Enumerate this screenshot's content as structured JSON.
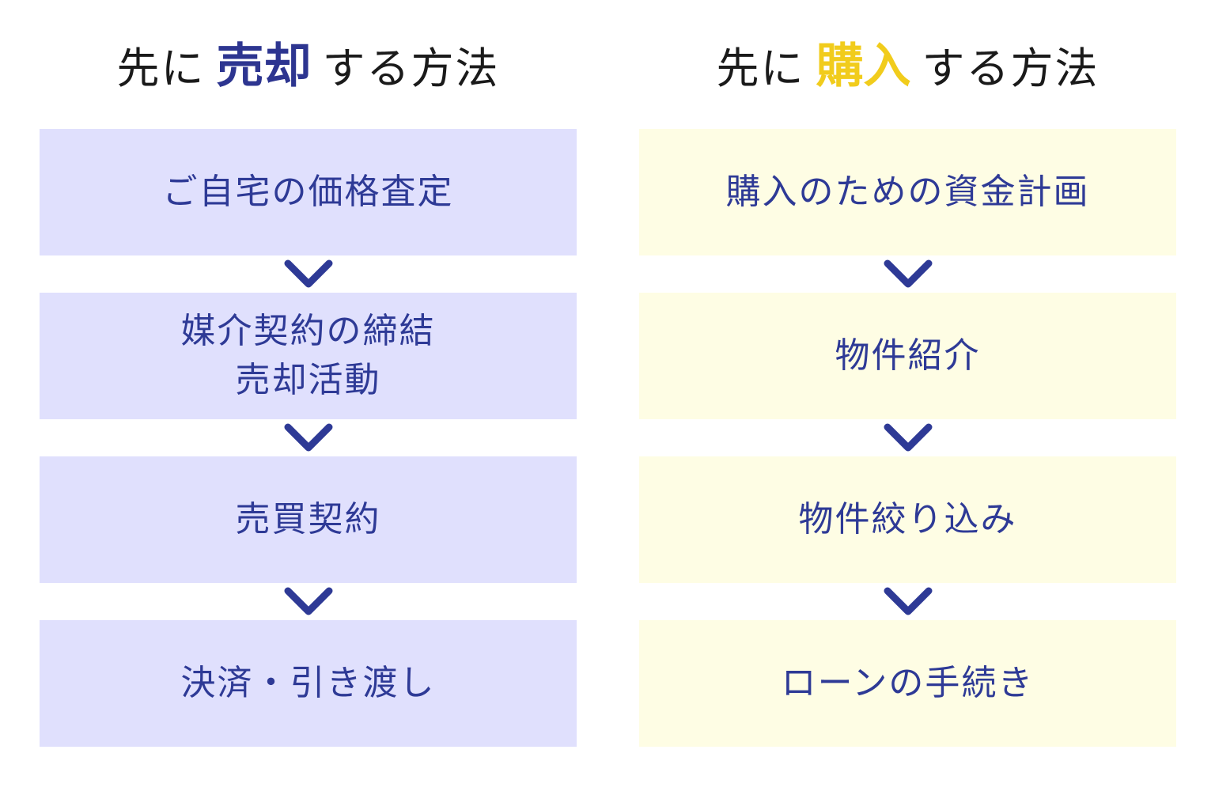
{
  "sell_first": {
    "title_prefix": "先に",
    "title_accent": "売却",
    "title_suffix": "する方法",
    "accent_color": "#2d3590",
    "box_color": "#e0e0fd",
    "steps": [
      {
        "line1": "ご自宅の価格査定",
        "line2": ""
      },
      {
        "line1": "媒介契約の締結",
        "line2": "売却活動"
      },
      {
        "line1": "売買契約",
        "line2": ""
      },
      {
        "line1": "決済・引き渡し",
        "line2": ""
      }
    ]
  },
  "buy_first": {
    "title_prefix": "先に",
    "title_accent": "購入",
    "title_suffix": "する方法",
    "accent_color": "#f1cc1c",
    "box_color": "#fefde4",
    "steps": [
      {
        "line1": "購入のための資金計画",
        "line2": ""
      },
      {
        "line1": "物件紹介",
        "line2": ""
      },
      {
        "line1": "物件絞り込み",
        "line2": ""
      },
      {
        "line1": "ローンの手続き",
        "line2": ""
      }
    ]
  },
  "step_text_color": "#2e3a96",
  "arrow_icon": "chevron-down-icon",
  "arrow_color": "#2e3a96"
}
